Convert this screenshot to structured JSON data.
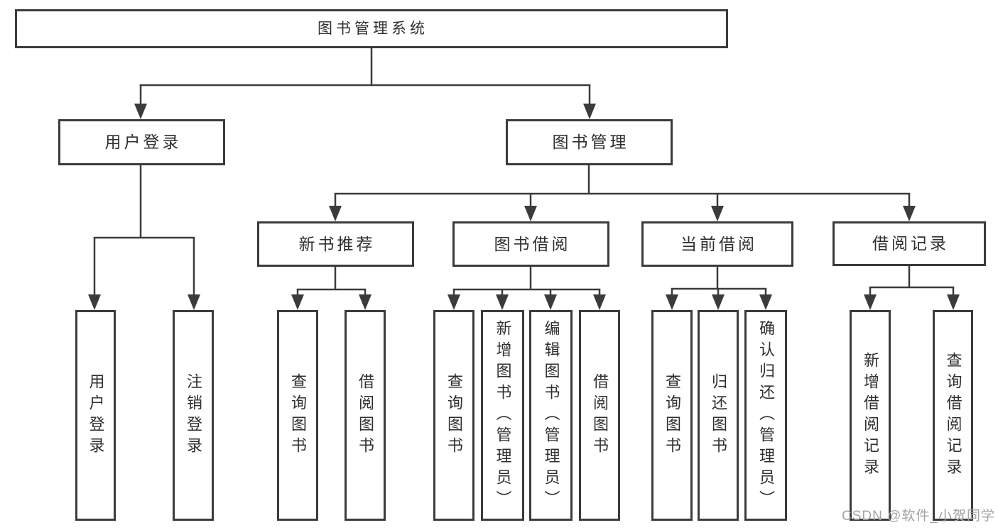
{
  "tree": {
    "root": {
      "label": "图书管理系统"
    },
    "children": [
      {
        "label": "用户登录",
        "children": [
          {
            "label": "用户登录"
          },
          {
            "label": "注销登录"
          }
        ]
      },
      {
        "label": "图书管理",
        "children": [
          {
            "label": "新书推荐",
            "children": [
              {
                "label": "查询图书"
              },
              {
                "label": "借阅图书"
              }
            ]
          },
          {
            "label": "图书借阅",
            "children": [
              {
                "label": "查询图书"
              },
              {
                "label": "新增图书（管理员）"
              },
              {
                "label": "编辑图书（管理员）"
              },
              {
                "label": "借阅图书"
              }
            ]
          },
          {
            "label": "当前借阅",
            "children": [
              {
                "label": "查询图书"
              },
              {
                "label": "归还图书"
              },
              {
                "label": "确认归还（管理员）"
              }
            ]
          },
          {
            "label": "借阅记录",
            "children": [
              {
                "label": "新增借阅记录"
              },
              {
                "label": "查询借阅记录"
              }
            ]
          }
        ]
      }
    ]
  },
  "watermark": {
    "text": "CSDN @软件_小贺同学"
  },
  "colors": {
    "line": "#3b3b3b",
    "text": "#2f2f2f",
    "box_background": "#ffffff",
    "page_background": "#ffffff",
    "watermark_text": "#a3a3a3"
  }
}
